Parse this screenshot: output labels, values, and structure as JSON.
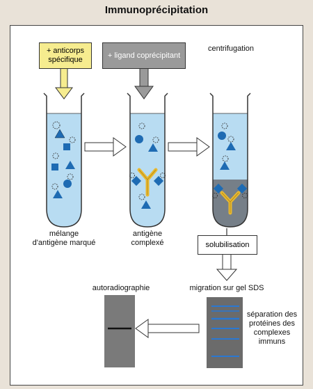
{
  "title": "Immunoprécipitation",
  "boxes": {
    "antibody": "+ anticorps spécifique",
    "ligand": "+ ligand coprécipitant",
    "solubilisation": "solubilisation"
  },
  "labels": {
    "centrifugation": "centrifugation",
    "tube1": "mélange d'antigène marqué",
    "tube2": "antigène complexé",
    "autoradiography": "autoradiographie",
    "migration": "migration sur gel SDS",
    "separation": "séparation des protéines des complexes immuns"
  },
  "colors": {
    "liquid": "#b8dcf2",
    "antigen": "#1e6bb3",
    "antibody": "#e8b830",
    "yellow_box": "#f6ec8f",
    "gray_box": "#9a9a9a",
    "gel": "#5e5e5e"
  }
}
